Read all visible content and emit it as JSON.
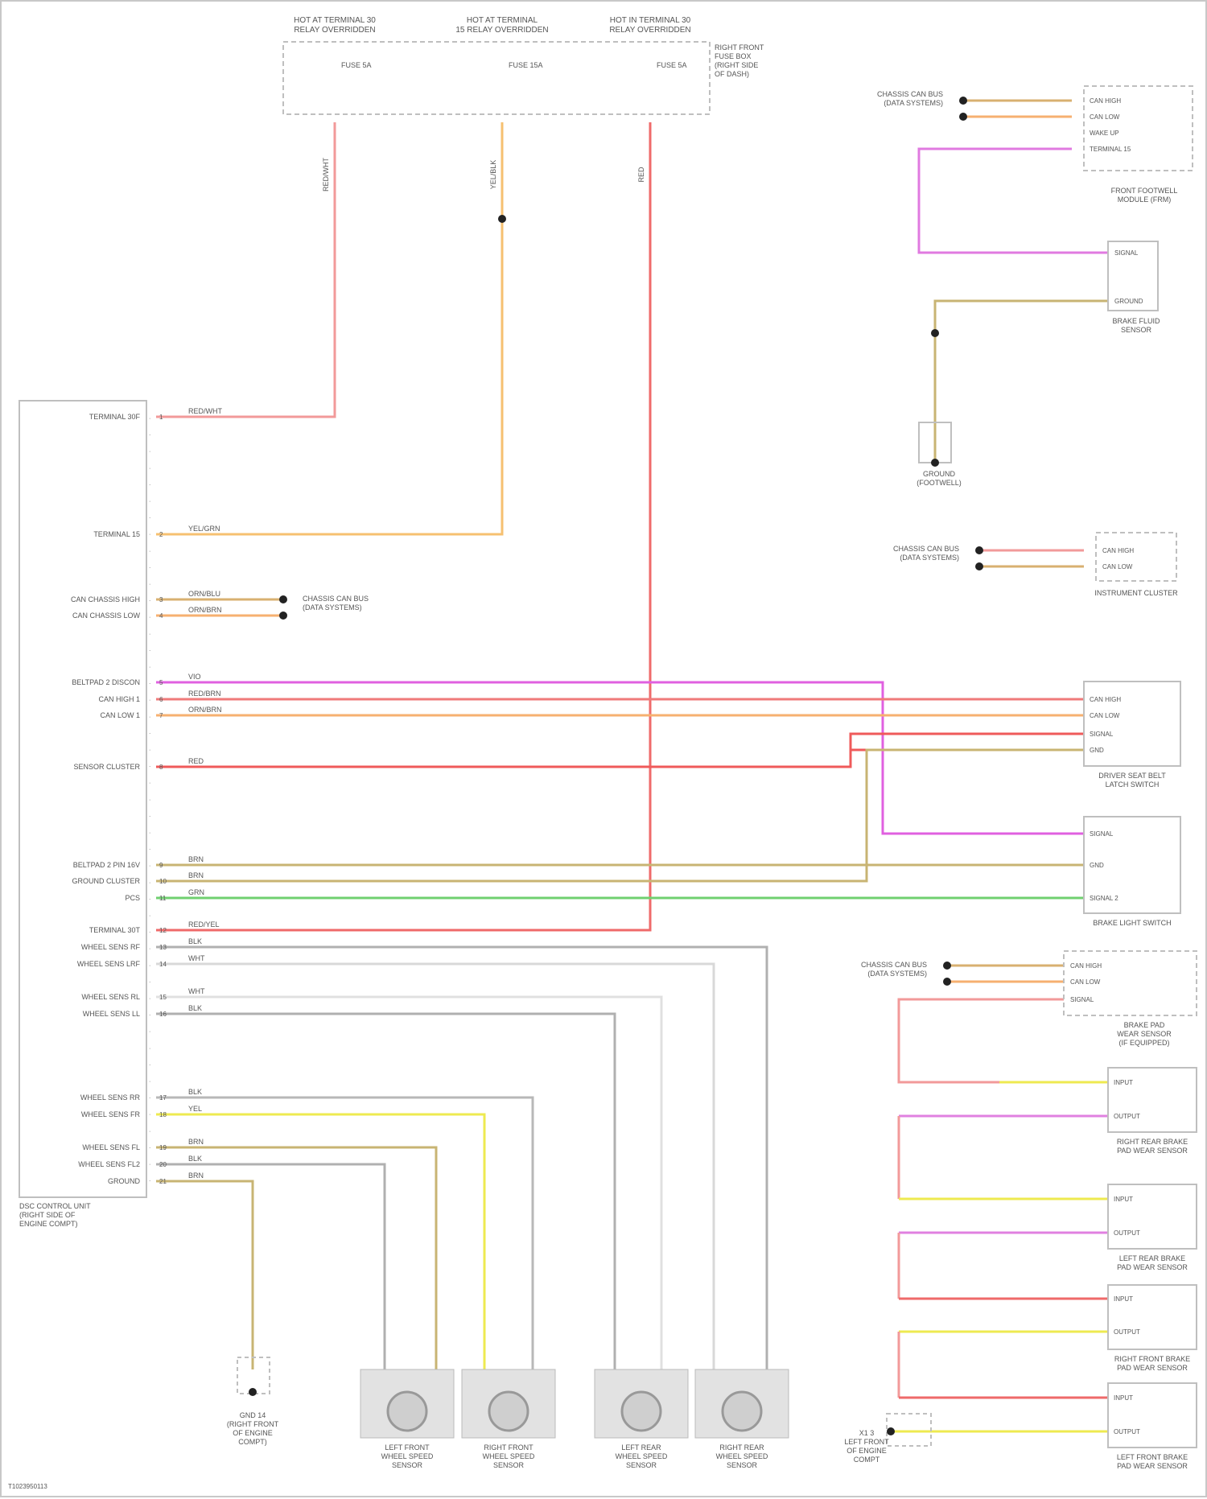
{
  "diagram": {
    "footer_code": "T1023950113",
    "fuse_box": {
      "fuses": [
        {
          "title": "HOT AT TERMINAL 30\nRELAY OVERRIDDEN",
          "fuse": "FUSE 5A",
          "wire_label": "RED/WHT"
        },
        {
          "title": "HOT AT TERMINAL\n15 RELAY OVERRIDDEN",
          "fuse": "FUSE 15A",
          "wire_label": "YEL/BLK"
        },
        {
          "title": "HOT IN TERMINAL 30\nRELAY OVERRIDDEN",
          "fuse": "FUSE 5A",
          "wire_label": "RED"
        }
      ],
      "side_note": "RIGHT FRONT\nFUSE BOX\n(RIGHT SIDE\nOF DASH)"
    },
    "module": {
      "name": "DSC CONTROL UNIT\n(RIGHT SIDE OF\nENGINE COMPT)",
      "pins": [
        {
          "label": "TERMINAL 30F",
          "wire": "RED/WHT"
        },
        {
          "label": "TERMINAL 15",
          "wire": "YEL/GRN"
        },
        {
          "label": "CAN CHASSIS HIGH",
          "wire": "ORN/BLU"
        },
        {
          "label": "CAN CHASSIS LOW",
          "wire": "ORN/BRN"
        },
        {
          "label": "BELTPAD 2 DISCON",
          "wire": "VIO"
        },
        {
          "label": "CAN HIGH 1",
          "wire": "RED/BRN"
        },
        {
          "label": "CAN LOW 1",
          "wire": "ORN/BRN"
        },
        {
          "label": "SENSOR CLUSTER",
          "wire": "RED"
        },
        {
          "label": "BELTPAD 2 PIN 16V",
          "wire": "BRN"
        },
        {
          "label": "GROUND CLUSTER",
          "wire": "BRN"
        },
        {
          "label": "PCS",
          "wire": "GRN"
        },
        {
          "label": "TERMINAL 30T",
          "wire": "RED/YEL"
        },
        {
          "label": "WHEEL SENS RF",
          "wire": "BLK"
        },
        {
          "label": "WHEEL SENS LRF",
          "wire": "WHT"
        },
        {
          "label": "WHEEL SENS RL",
          "wire": "WHT"
        },
        {
          "label": "WHEEL SENS LL",
          "wire": "BLK"
        },
        {
          "label": "WHEEL SENS RR",
          "wire": "BLK"
        },
        {
          "label": "WHEEL SENS FR",
          "wire": "YEL"
        },
        {
          "label": "WHEEL SENS FL",
          "wire": "BRN"
        },
        {
          "label": "WHEEL SENS FL2",
          "wire": "BLK"
        },
        {
          "label": "GROUND",
          "wire": "BRN"
        }
      ]
    },
    "right_components": [
      {
        "name": "FRONT FOOTWELL\nMODULE (FRM)",
        "pins": [
          "CAN HIGH",
          "CAN LOW",
          "WAKE UP",
          "TERMINAL 15"
        ]
      },
      {
        "name": "BRAKE FLUID\nSENSOR",
        "pins": [
          "SIGNAL",
          "GROUND"
        ]
      },
      {
        "name": "INSTRUMENT CLUSTER",
        "pins": [
          "CAN HIGH",
          "CAN LOW"
        ]
      },
      {
        "name": "DRIVER SEAT BELT\nLATCH SWITCH",
        "pins": [
          "CAN HIGH",
          "CAN LOW",
          "SIGNAL",
          "GND"
        ]
      },
      {
        "name": "BRAKE LIGHT SWITCH",
        "pins": [
          "SIGNAL",
          "GND",
          "SIGNAL 2"
        ]
      },
      {
        "name": "BRAKE PAD\nWEAR SENSOR\n(IF EQUIPPED)",
        "pins": [
          "CAN HIGH",
          "CAN LOW",
          "SIGNAL"
        ]
      },
      {
        "name": "RIGHT REAR BRAKE\nPAD WEAR SENSOR",
        "pins": [
          "INPUT",
          "OUTPUT"
        ]
      },
      {
        "name": "LEFT REAR BRAKE\nPAD WEAR SENSOR",
        "pins": [
          "INPUT",
          "OUTPUT"
        ]
      },
      {
        "name": "RIGHT FRONT BRAKE\nPAD WEAR SENSOR",
        "pins": [
          "INPUT",
          "OUTPUT"
        ]
      },
      {
        "name": "LEFT FRONT BRAKE\nPAD WEAR SENSOR",
        "pins": [
          "INPUT",
          "OUTPUT"
        ]
      }
    ],
    "bottom_sensors": [
      "LEFT FRONT\nWHEEL SPEED\nSENSOR",
      "RIGHT FRONT\nWHEEL SPEED\nSENSOR",
      "LEFT REAR\nWHEEL SPEED\nSENSOR",
      "RIGHT REAR\nWHEEL SPEED\nSENSOR"
    ],
    "grounds": [
      {
        "name": "GROUND\n(FOOTWELL)"
      },
      {
        "name": "GND 14\n(RIGHT FRONT\nOF ENGINE\nCOMPT)"
      },
      {
        "name": "X1 3\nLEFT FRONT\nOF ENGINE\nCOMPT"
      }
    ],
    "connections": [
      "CHASSIS CAN BUS\n(DATA SYSTEMS)",
      "CHASSIS CAN BUS\n(DATA SYSTEMS)",
      "CHASSIS CAN BUS\n(DATA SYSTEMS)",
      "CHASSIS CAN BUS\n(DATA SYSTEMS)"
    ]
  },
  "colors": {
    "red": "#ef5a5a",
    "pink": "#f29a9a",
    "orange": "#f6b070",
    "yellow": "#ece23a",
    "tan": "#c8b473",
    "violet": "#e060e0",
    "green": "#60d060",
    "gray": "#a8a8a8",
    "box": "#bfbfbf"
  }
}
